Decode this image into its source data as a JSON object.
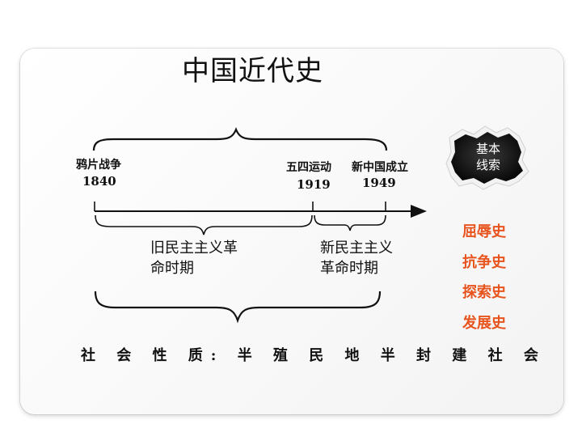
{
  "title": "中国近代史",
  "timeline": {
    "events": [
      {
        "name": "鸦片战争",
        "year": "1840"
      },
      {
        "name": "五四运动",
        "year": "1919"
      },
      {
        "name": "新中国成立",
        "year": "1949"
      }
    ],
    "periods": [
      {
        "line1": "旧民主主义革",
        "line2": "命时期"
      },
      {
        "line1": "新民主主义",
        "line2": "革命时期"
      }
    ]
  },
  "society_nature": "社 会 性 质: 半 殖 民 地 半 封 建 社 会",
  "basic_clues": {
    "label_line1": "基本",
    "label_line2": "线索",
    "items": [
      "屈辱史",
      "抗争史",
      "探索史",
      "发展史"
    ]
  },
  "colors": {
    "clue_text": "#e8541e",
    "badge_bg": "#1a1a1a",
    "line": "#111111"
  }
}
